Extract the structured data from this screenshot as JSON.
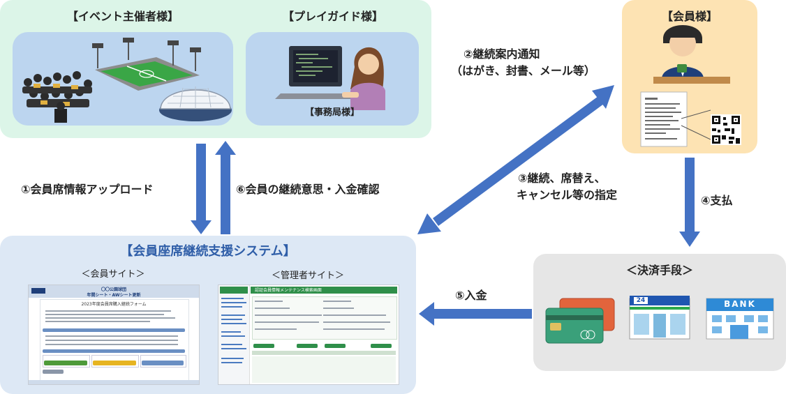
{
  "organizers": {
    "title": "【イベント主催者様】",
    "playguide_title": "【プレイガイド様】",
    "office_label": "【事務局様】"
  },
  "member": {
    "title": "【会員様】"
  },
  "system": {
    "title": "【会員座席継続支援システム】",
    "member_site": "＜会員サイト＞",
    "admin_site": "＜管理者サイト＞",
    "member_site_header": "〇〇公園球団",
    "member_site_subheader": "年間シート・AWシート更新",
    "member_site_form_title": "2023年度会員席購入継続フォーム",
    "admin_header": "認証会員情報メンテナンス検索画面"
  },
  "payment": {
    "title": "＜決済手段＞",
    "store_sign": "24",
    "bank_sign": "BANK"
  },
  "flows": {
    "step1": "①会員席情報アップロード",
    "step2_line1": "②継続案内通知",
    "step2_line2": "（はがき、封書、メール等）",
    "step3_line1": "③継続、席替え、",
    "step3_line2": "キャンセル等の指定",
    "step4": "④支払",
    "step5": "⑤入金",
    "step6": "⑥会員の継続意思・入金確認"
  },
  "colors": {
    "organizer_bg": "#dcf5e8",
    "inner_card": "#bcd5ef",
    "member_bg": "#fde3b3",
    "system_bg": "#dde8f5",
    "system_title": "#2f5ea8",
    "payment_bg": "#e6e6e6",
    "arrow": "#4472c4"
  }
}
